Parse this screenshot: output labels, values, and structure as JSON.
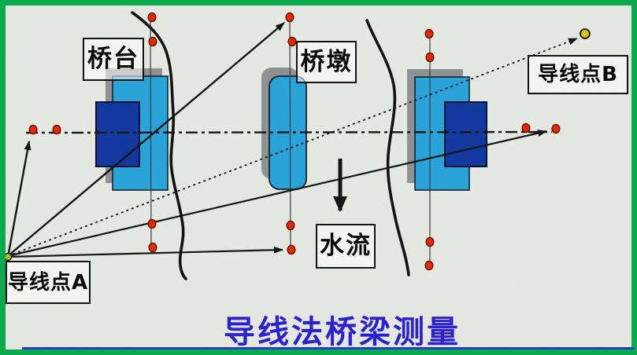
{
  "slide": {
    "title": "导线法桥梁测量",
    "labels": {
      "abutment": "桥台",
      "pier": "桥墩",
      "point_b": "导线点B",
      "point_a": "导线点A",
      "water_flow": "水流"
    },
    "colors": {
      "frame_green": "#0caa4e",
      "background": "#e7e9e3",
      "structure_fill": "#2aa3d8",
      "deck_fill": "#11399e",
      "shadow_gray": "#8f9192",
      "marker_red": "#e82800",
      "point_b_yellow": "#d9c413",
      "point_a_yellow_green": "#aebe1a",
      "title_blue": "#2b21cf",
      "underline_blue": "#2838c8",
      "line_black": "#151515"
    },
    "markers": {
      "red_dot_icon": "survey-marker-dot",
      "yellow_dot_icon": "traverse-point-b-dot",
      "yellow_green_dot_icon": "traverse-point-a-dot"
    }
  }
}
